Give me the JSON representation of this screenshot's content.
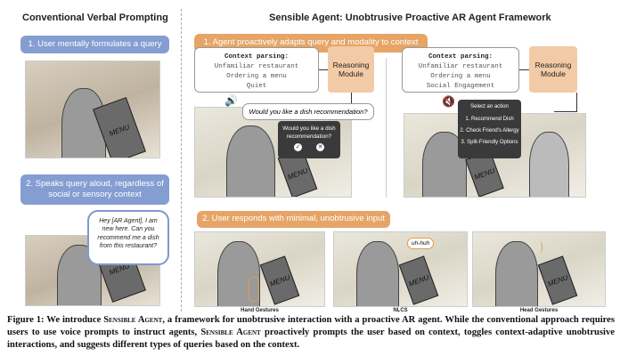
{
  "left": {
    "title": "Conventional Verbal Prompting",
    "step1": "1. User mentally formulates a query",
    "step2": "2. Speaks query aloud, regardless of social or sensory context",
    "speech": "Hey [AR Agent], I am new here. Can you recommend me a dish from this restaurant?",
    "menu_label": "MENU"
  },
  "right": {
    "title": "Sensible Agent: Unobtrusive Proactive AR Agent Framework",
    "step1": "1. Agent proactively adapts query and modality to context",
    "panel_a": {
      "context_title": "Context parsing:",
      "context_items": [
        "Unfamiliar restaurant",
        "Ordering a menu",
        "Quiet"
      ],
      "module": "Reasoning Module",
      "spoken_query": "Would you like a dish recommendation?",
      "dialog_text": "Would you like a dish recommendation?",
      "confirm_icon": "check-icon",
      "cancel_icon": "x-icon",
      "audio_icon": "speaker-on-icon"
    },
    "panel_b": {
      "context_title": "Context parsing:",
      "context_items": [
        "Unfamiliar restaurant",
        "Ordering a menu",
        "Social Engagement"
      ],
      "module": "Reasoning Module",
      "menu_title": "Select an action",
      "actions": [
        "1. Recommend Dish",
        "2. Check Friend's Allergy",
        "3. Split-Friendly Options"
      ],
      "audio_icon": "speaker-muted-icon"
    },
    "step2": "2. User responds with minimal, unobtrusive input",
    "responses": [
      {
        "label": "Hand Gestures"
      },
      {
        "label": "NLCS",
        "bubble": "uh-huh"
      },
      {
        "label": "Head Gestures"
      }
    ]
  },
  "caption": {
    "prefix": "Figure 1: We introduce ",
    "name1": "Sensible Agent",
    "mid1": ", a framework for unobtrusive interaction with a proactive AR agent. While the conventional approach requires users to use voice prompts to instruct agents, ",
    "name2": "Sensible Agent",
    "mid2": " proactively prompts the user based on context, toggles context-adaptive unobtrusive interactions, and suggests different types of queries based on the context."
  },
  "colors": {
    "blue": "#849ed2",
    "orange": "#e6a566",
    "module": "#f2cba6"
  }
}
